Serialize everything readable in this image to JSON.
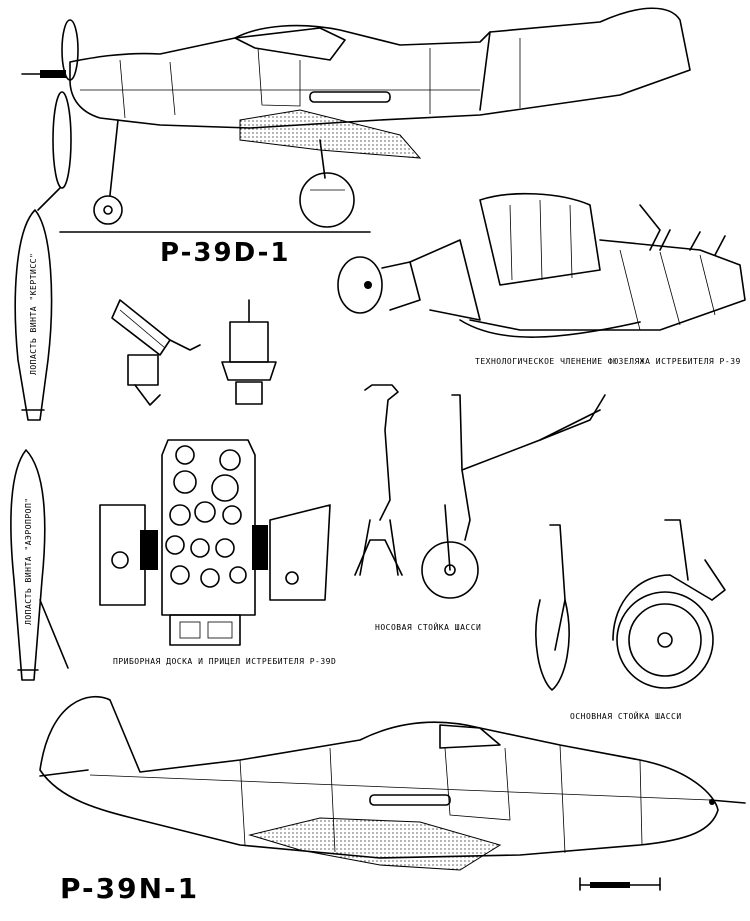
{
  "titles": {
    "top_aircraft": "P-39D-1",
    "bottom_aircraft": "P-39N-1"
  },
  "captions": {
    "fuselage_breakdown": "ТЕХНОЛОГИЧЕСКОЕ ЧЛЕНЕНИЕ ФЮЗЕЛЯЖА ИСТРЕБИТЕЛЯ Р-39",
    "instrument_panel": "ПРИБОРНАЯ ДОСКА И ПРИЦЕЛ ИСТРЕБИТЕЛЯ Р-39D",
    "nose_gear": "НОСОВАЯ СТОЙКА ШАССИ",
    "main_gear": "ОСНОВНАЯ СТОЙКА ШАССИ"
  },
  "blade_labels": {
    "curtiss": "ЛОПАСТЬ ВИНТА \"КЕРТИСС\"",
    "aeroprop": "ЛОПАСТЬ ВИНТА \"АЭРОПРОП\""
  },
  "icons": [
    "aircraft-side-view-icon",
    "propeller-blade-icon",
    "landing-gear-icon",
    "instrument-panel-icon",
    "scale-bar-icon"
  ]
}
